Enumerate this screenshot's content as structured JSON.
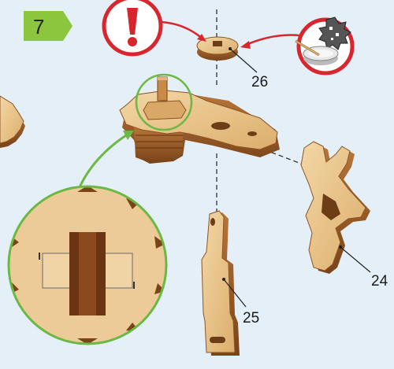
{
  "step": {
    "number": "7"
  },
  "parts": {
    "part26": "26",
    "part25": "25",
    "part24": "24"
  },
  "icons": {
    "warning": "exclamation-warning-icon",
    "glue": "glue-pot-icon"
  },
  "colors": {
    "background": "#e4eff8",
    "step_badge": "#8cc63f",
    "warning_red": "#d7262e",
    "zoom_green": "#6bb845",
    "wood_light": "#e9c58c",
    "wood_dark": "#8a5524"
  }
}
